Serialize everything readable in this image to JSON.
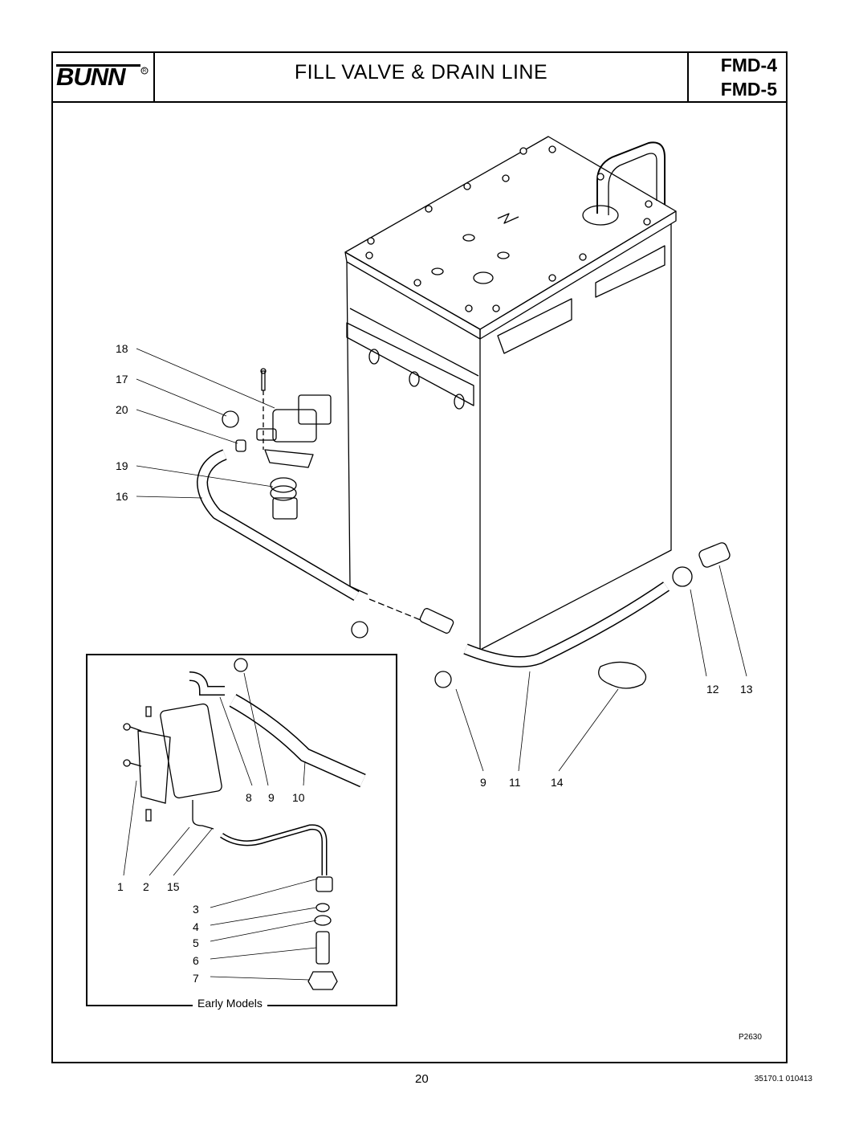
{
  "header": {
    "brand": "BUNN",
    "title": "FILL VALVE & DRAIN LINE",
    "models": [
      "FMD-4",
      "FMD-5"
    ]
  },
  "callouts": {
    "c18": "18",
    "c17": "17",
    "c20": "20",
    "c19": "19",
    "c16": "16",
    "c12": "12",
    "c13": "13",
    "c9b": "9",
    "c11": "11",
    "c14": "14",
    "c8": "8",
    "c9a": "9",
    "c10": "10",
    "c1": "1",
    "c2": "2",
    "c15": "15",
    "c3": "3",
    "c4": "4",
    "c5": "5",
    "c6": "6",
    "c7": "7"
  },
  "inset": {
    "label": "Early Models"
  },
  "footer": {
    "figure_id": "P2630",
    "page_number": "20",
    "doc_number": "35170.1 010413"
  }
}
